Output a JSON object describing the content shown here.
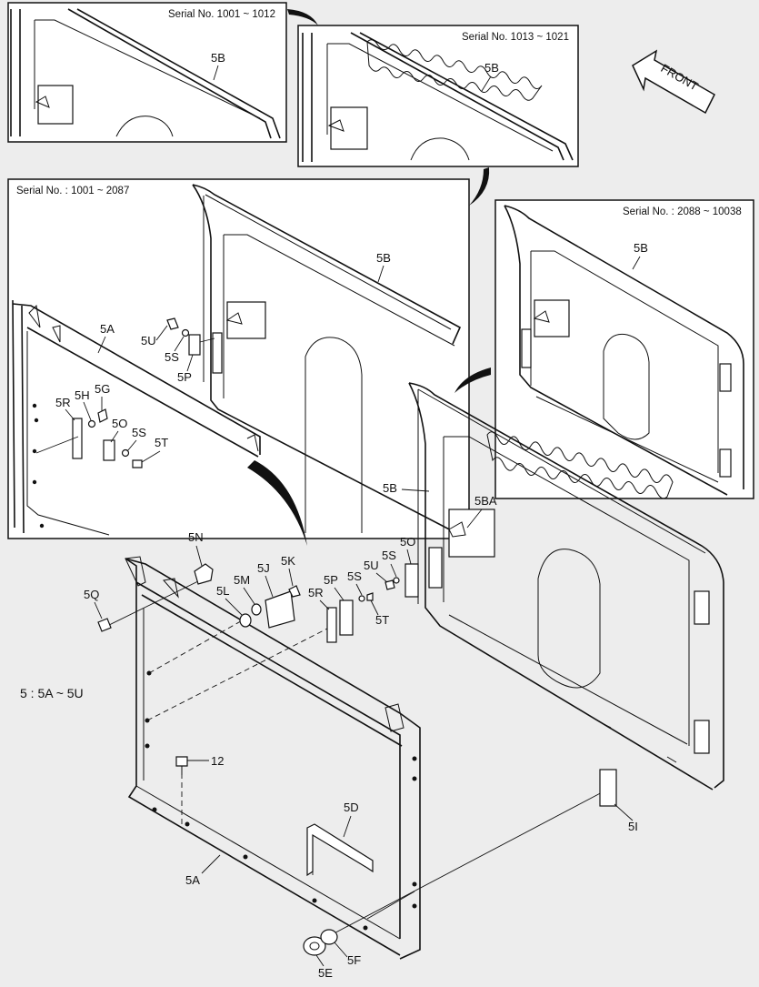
{
  "insets": {
    "a": {
      "serial": "Serial No. 1001 ~ 1012"
    },
    "b": {
      "serial": "Serial No. 1013 ~ 1021"
    },
    "c": {
      "serial": "Serial No. : 1001 ~ 2087"
    },
    "d": {
      "serial": "Serial No. : 2088 ~ 10038"
    }
  },
  "front_label": "FRONT",
  "legend": "5 : 5A ~ 5U",
  "labels": {
    "5B": "5B",
    "5BA": "5BA",
    "5A": "5A",
    "5U": "5U",
    "5S": "5S",
    "5P": "5P",
    "5R": "5R",
    "5H": "5H",
    "5G": "5G",
    "5O": "5O",
    "5T": "5T",
    "5N": "5N",
    "5Q": "5Q",
    "5L": "5L",
    "5M": "5M",
    "5J": "5J",
    "5K": "5K",
    "12": "12",
    "5D": "5D",
    "5I": "5I",
    "5E": "5E",
    "5F": "5F"
  }
}
